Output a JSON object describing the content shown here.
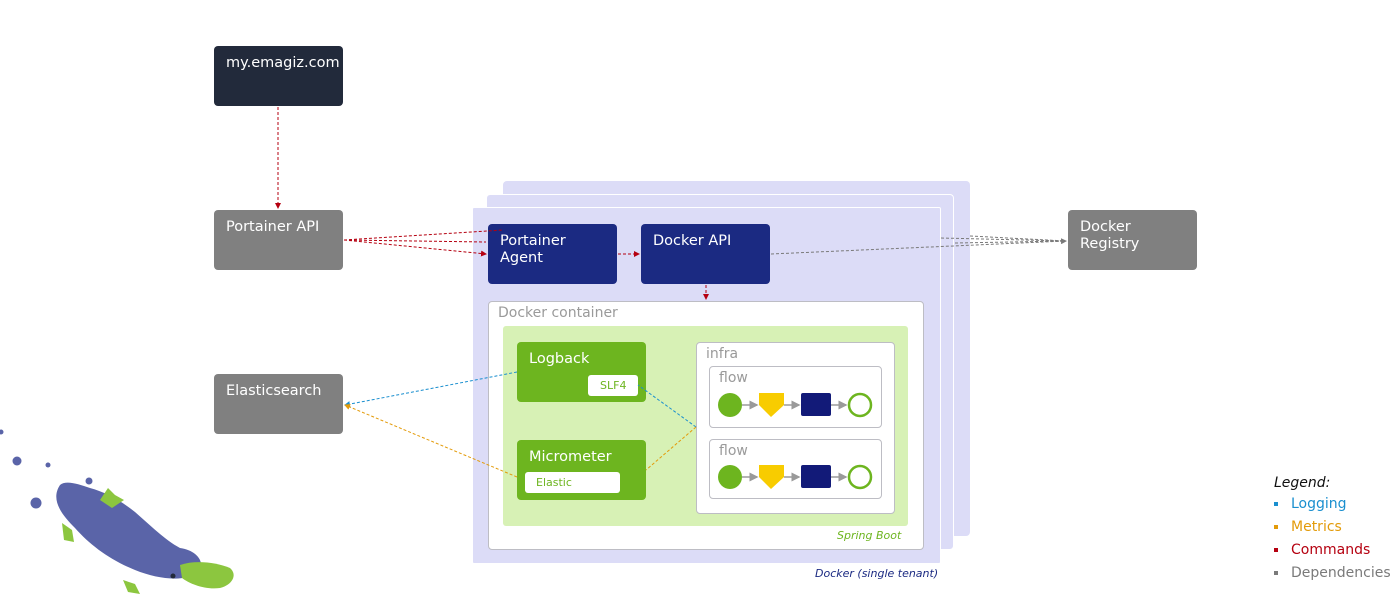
{
  "nodes": {
    "emagiz": "my.emagiz.com",
    "portainer_api": "Portainer API",
    "elasticsearch": "Elasticsearch",
    "docker_registry": "Docker\nRegistry",
    "portainer_agent": "Portainer\nAgent",
    "docker_api": "Docker API",
    "docker_container": "Docker container",
    "logback": "Logback",
    "slf4": "SLF4",
    "micrometer": "Micrometer",
    "elastic": "Elastic",
    "infra": "infra",
    "flow1": "flow",
    "flow2": "flow",
    "spring_boot": "Spring Boot",
    "docker_single": "Docker (single tenant)"
  },
  "legend": {
    "title": "Legend:",
    "items": [
      {
        "label": "Logging",
        "color": "#1a8fcf"
      },
      {
        "label": "Metrics",
        "color": "#e39b0a"
      },
      {
        "label": "Commands",
        "color": "#b50010"
      },
      {
        "label": "Dependencies",
        "color": "#7a7a7a"
      }
    ]
  },
  "colors": {
    "dark": "#222a3b",
    "gray": "#808080",
    "navy": "#1b2a82",
    "green": "#6db51f",
    "light_green": "#d7f1b5",
    "lavender": "#dcdcf7",
    "yellow": "#f8cc00",
    "mascot": "#5a64a8"
  },
  "icons": {
    "mascot": "platypus-mascot-icon",
    "flow_shapes": [
      "start-circle-icon",
      "filter-shield-icon",
      "process-square-icon",
      "end-circle-icon"
    ]
  }
}
